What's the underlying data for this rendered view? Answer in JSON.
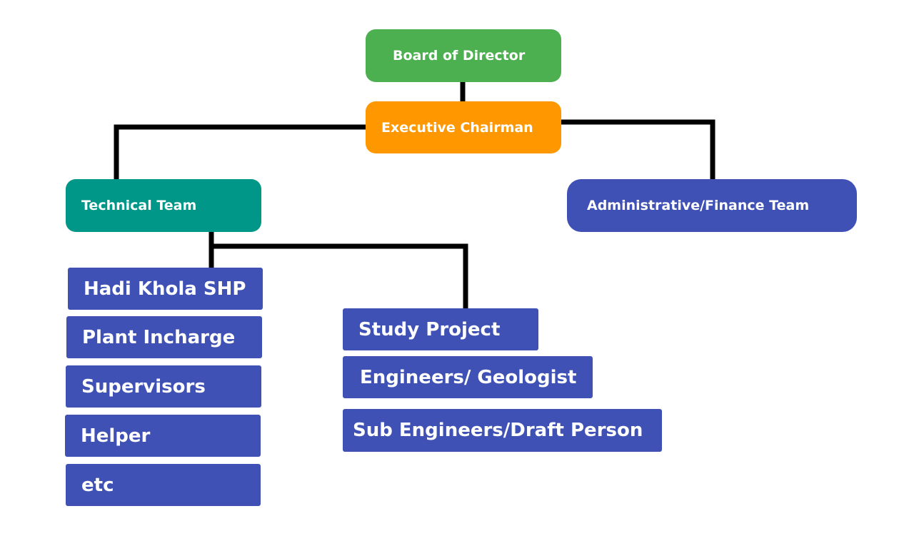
{
  "colors": {
    "board": "#4CAF50",
    "executive": "#FF9800",
    "technical": "#009688",
    "blue": "#3F51B5",
    "connector": "#000000"
  },
  "nodes": {
    "board": "Board of Director",
    "executive": "Executive Chairman",
    "technical": "Technical Team",
    "admin": "Administrative/Finance Team",
    "hadi": "Hadi Khola SHP",
    "plant": "Plant Incharge",
    "supervisors": "Supervisors",
    "helper": "Helper",
    "etc": "etc",
    "study": "Study Project",
    "engineers": "Engineers/ Geologist",
    "sub": "Sub Engineers/Draft Person"
  }
}
